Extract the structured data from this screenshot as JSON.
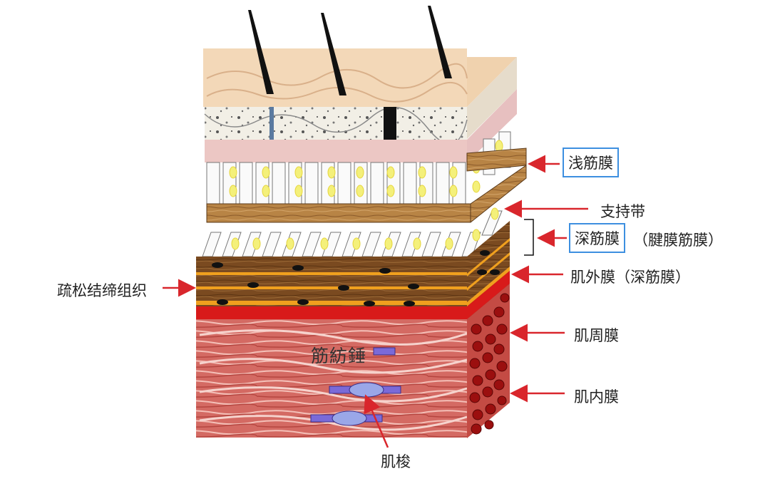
{
  "labels": {
    "superficial_fascia": "浅筋膜",
    "retinaculum": "支持带",
    "deep_fascia": "深筋膜",
    "deep_fascia_note": "（腱膜筋膜）",
    "epimysium": "肌外膜（深筋膜）",
    "loose_connective_tissue": "疏松结缔组织",
    "perimysium": "肌周膜",
    "endomysium": "肌内膜",
    "muscle_spindle": "肌梭",
    "spindle_in_image": "筋紡錘"
  },
  "colors": {
    "arrow": "#d9262c",
    "label_box": "#3d8fe0",
    "skin": "#f0d2ae",
    "dermis": "#e7c0c0",
    "wood": "#b88445",
    "fat": "#f4f07a",
    "muscle": "#d46a63",
    "fiber_dot": "#9b0f0f",
    "orange_band": "#f0a01e"
  }
}
